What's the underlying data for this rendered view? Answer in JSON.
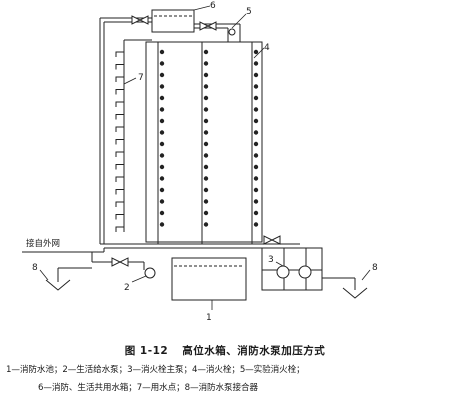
{
  "figure": {
    "inlet_label": "接自外网",
    "callouts": [
      "1",
      "2",
      "3",
      "4",
      "5",
      "6",
      "7",
      "8",
      "8"
    ]
  },
  "caption": {
    "number": "图 1-12",
    "title": "高位水箱、消防水泵加压方式",
    "legend_line1": "1—消防水池；2—生活给水泵；3—消火栓主泵；4—消火栓；5—实验消火栓；",
    "legend_line2": "6—消防、生活共用水箱；7—用水点；8—消防水泵接合器"
  }
}
